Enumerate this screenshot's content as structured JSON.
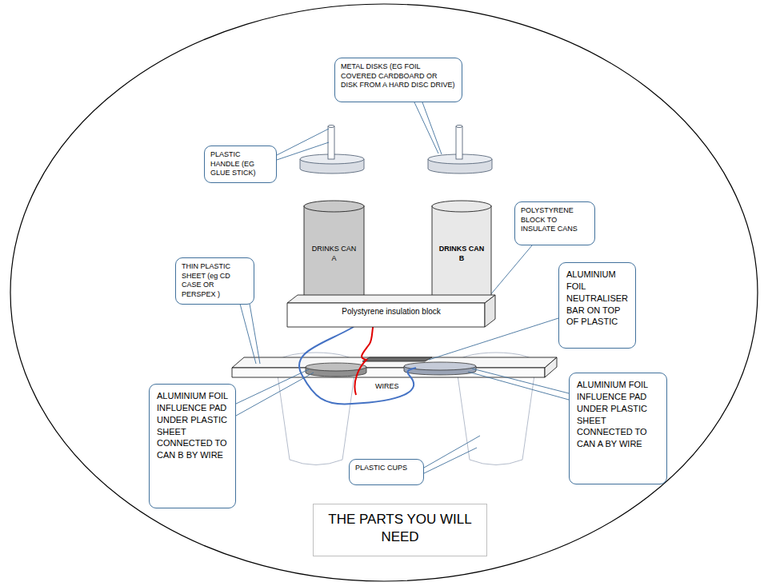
{
  "diagram": {
    "nodes": [
      {
        "text": [
          "METAL DISKS (EG FOIL COVERED CARDBOARD OR DISK FROM A HARD DISC DRIVE)"
        ]
      },
      {
        "text": [
          "PLASTIC HANDLE (EG GLUE STICK)"
        ]
      },
      {
        "text": [
          "DRINKS CAN A"
        ]
      },
      {
        "text": [
          "DRINKS CAN B"
        ]
      },
      {
        "text": [
          "POLYSTYRENE BLOCK TO INSULATE CANS"
        ]
      },
      {
        "text": [
          "THIN PLASTIC SHEET (eg CD CASE OR PERSPEX )"
        ]
      },
      {
        "text": [
          "Polystyrene insulation block"
        ]
      },
      {
        "text": [
          "ALUMINIUM FOIL NEUTRALISER BAR ON TOP OF PLASTIC"
        ]
      },
      {
        "text": [
          "ALUMINIUM FOIL INFLUENCE PAD UNDER PLASTIC SHEET CONNECTED TO CAN B BY WIRE"
        ]
      },
      {
        "text": [
          "ALUMINIUM FOIL INFLUENCE PAD UNDER PLASTIC SHEET CONNECTED TO CAN A BY WIRE"
        ]
      },
      {
        "text": [
          "PLASTIC CUPS"
        ]
      },
      {
        "text": [
          "THE PARTS YOU WILL NEED"
        ]
      }
    ],
    "edges": [
      {
        "from": 4,
        "to": 6,
        "arrow": "none"
      }
    ],
    "labels": [
      "WIRES"
    ]
  }
}
